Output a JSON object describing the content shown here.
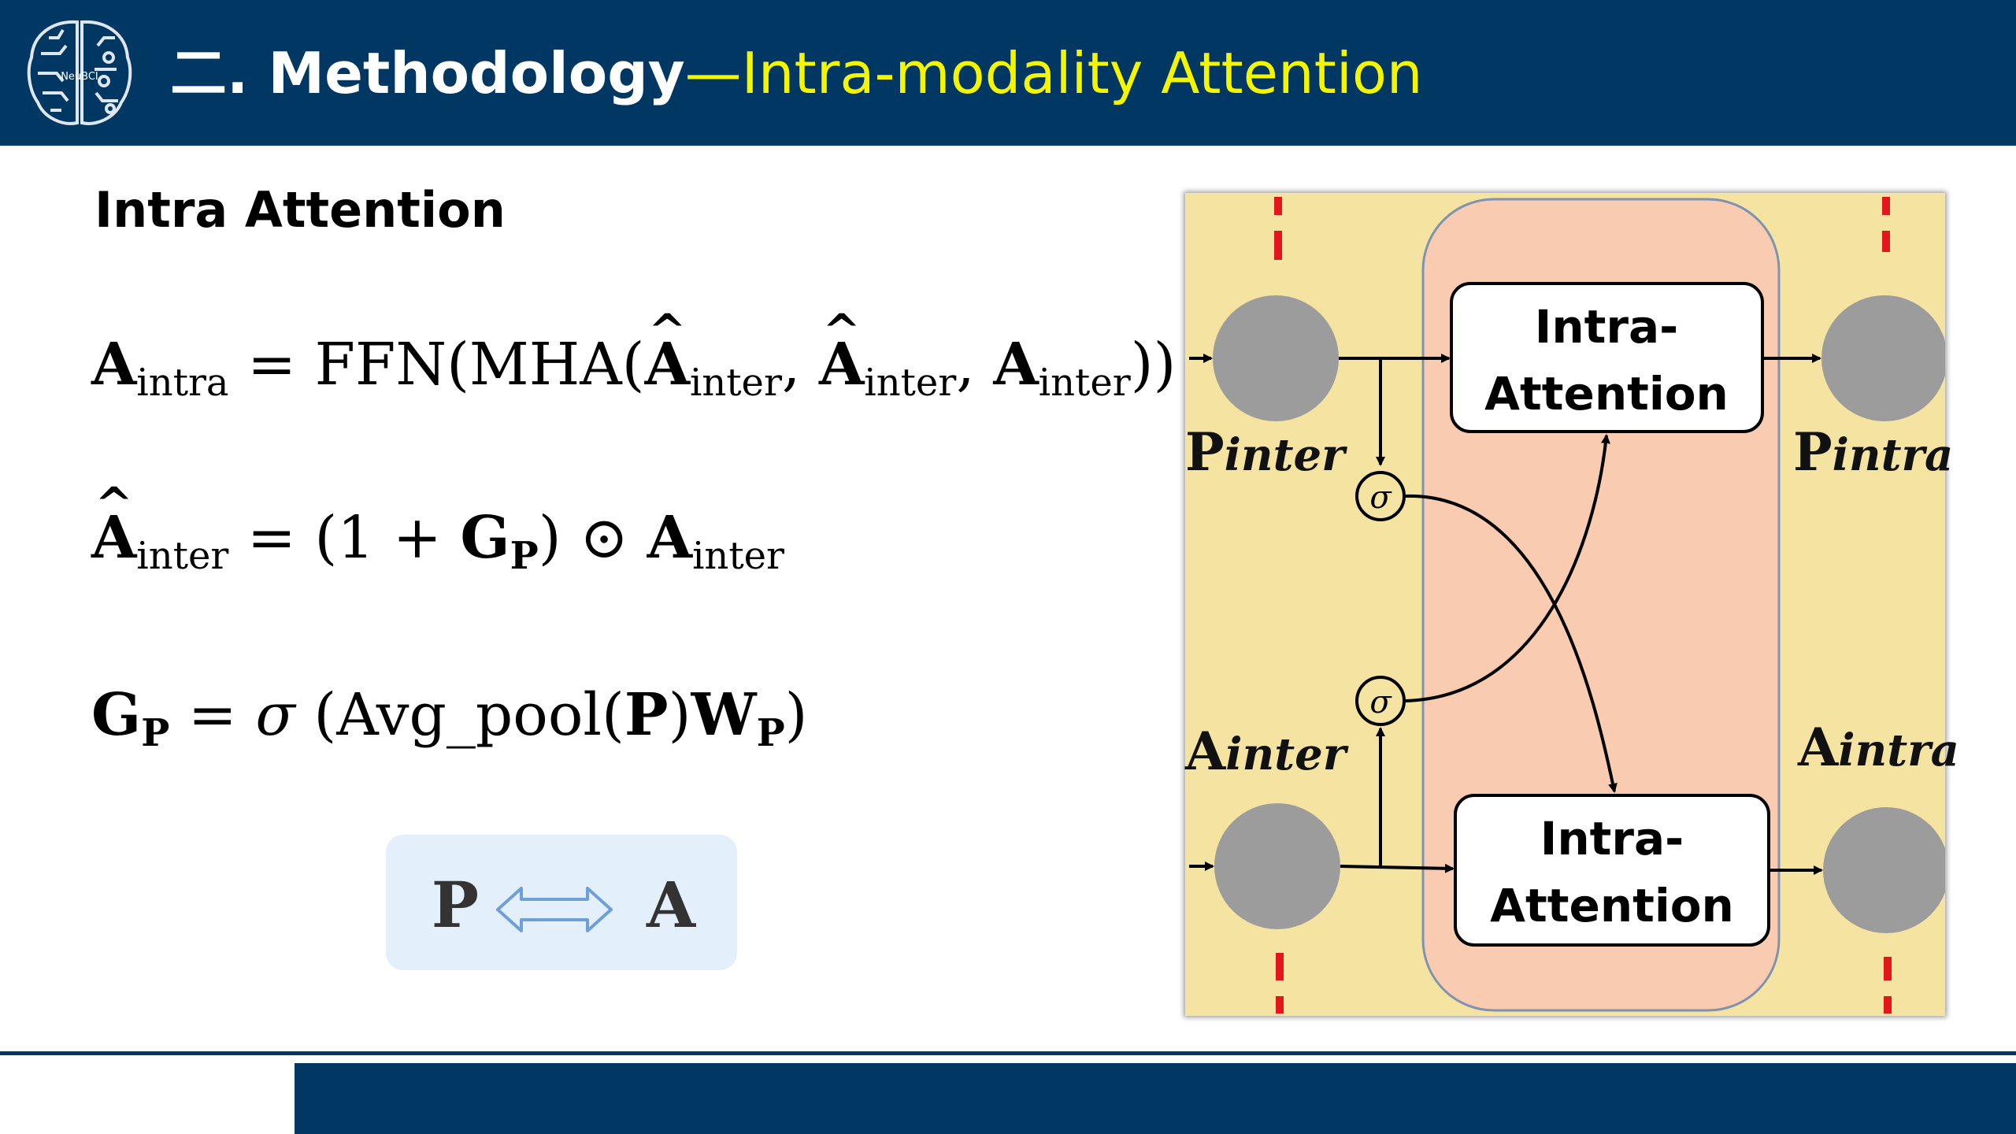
{
  "header": {
    "title_main": "二. Methodology",
    "title_sub": "—Intra-modality Attention",
    "logo_text": "NeuBCI"
  },
  "section_title": "Intra Attention",
  "equations": {
    "eq1": {
      "lhs_symbol": "A",
      "lhs_sub": "intra",
      "equals": "=",
      "func": "FFN(MHA(",
      "arg_symbol": "A",
      "arg1_sub": "inter",
      "arg2_sub": "inter",
      "arg3_sub": "inter",
      "comma": ",",
      "close": "))"
    },
    "eq2": {
      "lhs_symbol": "A",
      "lhs_sub": "inter",
      "equals": "=",
      "open": "(1 +",
      "gate_symbol": "G",
      "gate_sub": "P",
      "close_op": ") ⊙",
      "rhs_symbol": "A",
      "rhs_sub": "inter"
    },
    "eq3": {
      "lhs_symbol": "G",
      "lhs_sub": "P",
      "equals": "=",
      "sigma": "σ",
      "func": "(Avg_pool(",
      "p_symbol": "P",
      "mid": ")",
      "w_symbol": "W",
      "w_sub": "P",
      "close": ")"
    }
  },
  "modality_swap": {
    "left": "P",
    "right": "A",
    "arrow_color": "#6f9fd8"
  },
  "figure": {
    "block_top": "Intra-\nAttention",
    "block_top_line1": "Intra-",
    "block_top_line2": "Attention",
    "block_bottom_line1": "Intra-",
    "block_bottom_line2": "Attention",
    "gate_top": "σ",
    "gate_bottom": "σ",
    "label_p_inter_symbol": "P",
    "label_p_inter_sub": "inter",
    "label_p_intra_symbol": "P",
    "label_p_intra_sub": "intra",
    "label_a_inter_symbol": "A",
    "label_a_inter_sub": "inter",
    "label_a_intra_symbol": "A",
    "label_a_intra_sub": "intra",
    "colors": {
      "background": "#f5e3a1",
      "attention_region": "#f9cbb1",
      "node": "#9c9c9c",
      "divider": "#e3161b"
    }
  },
  "colors": {
    "header": "#003763",
    "title_accent": "#f5f500"
  }
}
